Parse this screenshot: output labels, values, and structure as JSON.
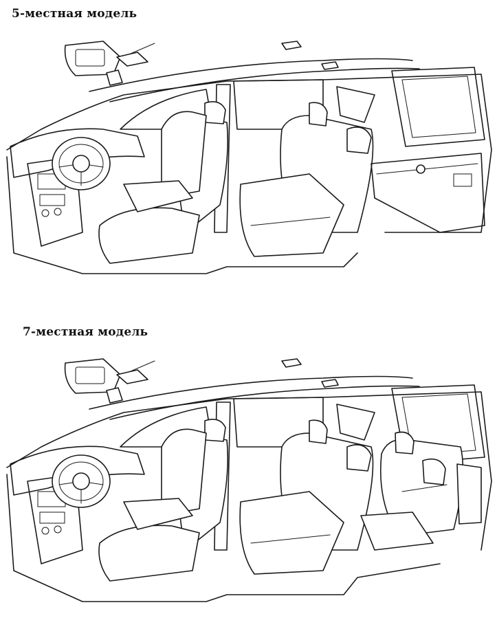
{
  "figures": [
    {
      "id": "five-seat",
      "label": "5-местная модель"
    },
    {
      "id": "seven-seat",
      "label": "7-местная модель"
    }
  ]
}
